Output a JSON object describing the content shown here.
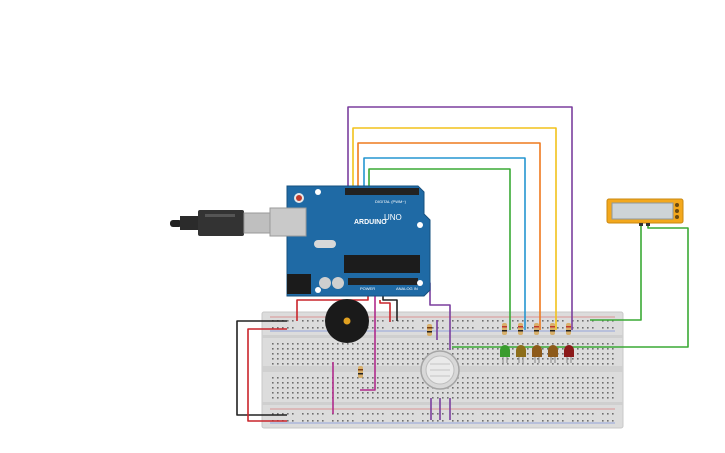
{
  "arduino": {
    "brand_text": "ARDUINO",
    "model_text": "UNO",
    "digital_header_text": "DIGITAL (PWM~)",
    "analog_header_text": "ANALOG IN",
    "power_header_text": "POWER"
  },
  "colors": {
    "board": "#1f6aa5",
    "breadboard": "#dedede",
    "wire_purple": "#7b3f9e",
    "wire_yellow": "#f2c21b",
    "wire_orange": "#ee7a1f",
    "wire_blue": "#2596d1",
    "wire_green": "#3aaa35",
    "wire_red": "#c9252b",
    "wire_black": "#222222",
    "wire_magenta": "#b02b8c",
    "led_green": "#3a9c2e",
    "led_yellow": "#8d6e1a",
    "led_orange": "#8d5a1a",
    "led_red": "#8b1a1a",
    "lcd_frame": "#f3a81c",
    "lcd_screen": "#cdd4d7"
  },
  "components": {
    "leds": [
      {
        "name": "led-green",
        "color": "green"
      },
      {
        "name": "led-yellow",
        "color": "yellow"
      },
      {
        "name": "led-orange-1",
        "color": "orange"
      },
      {
        "name": "led-orange-2",
        "color": "orange"
      },
      {
        "name": "led-red",
        "color": "red"
      }
    ],
    "resistor_count": 7,
    "icons": [
      "usb-cable-icon",
      "buzzer-icon",
      "gas-sensor-icon",
      "lcd-display-icon",
      "breadboard-icon",
      "arduino-board-icon"
    ]
  }
}
